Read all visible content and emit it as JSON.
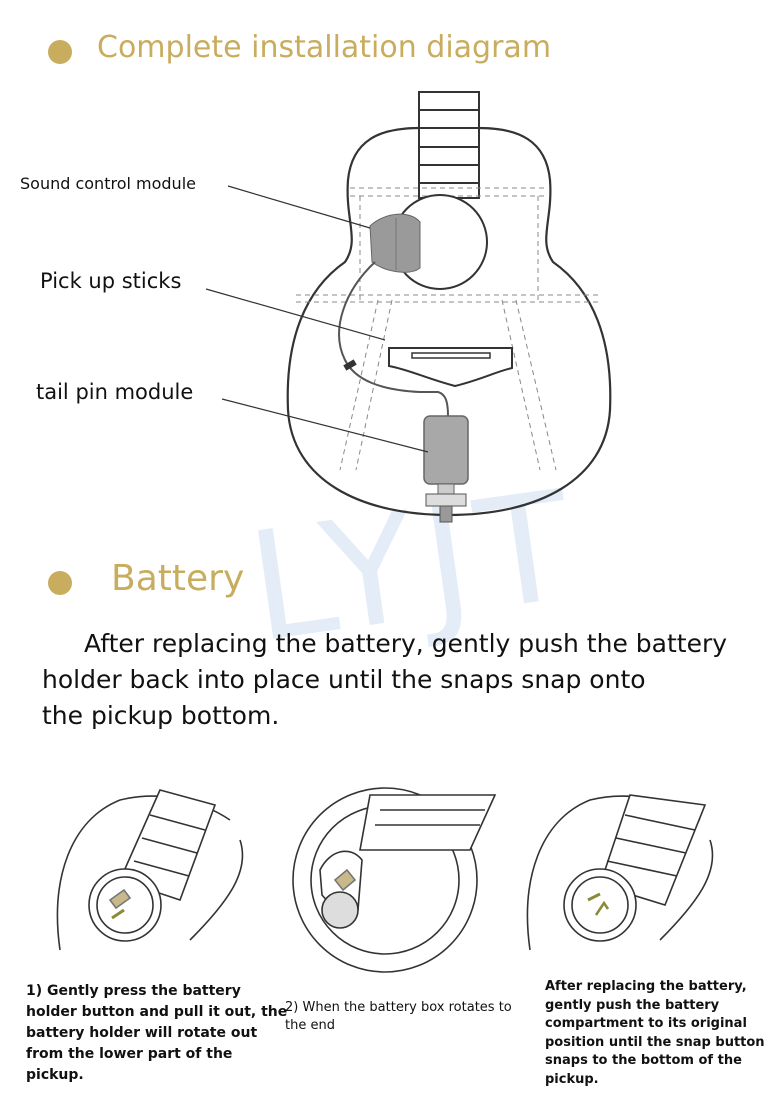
{
  "section1": {
    "title": "Complete installation diagram"
  },
  "diagram": {
    "labels": {
      "sound_control_module": "Sound control module",
      "pick_up_sticks": "Pick up sticks",
      "tail_pin_module": "tail pin module"
    }
  },
  "section2": {
    "title": "Battery",
    "paragraph_lines": [
      "After replacing the battery, gently push the battery",
      "holder back into place until the snaps snap onto",
      "the pickup bottom."
    ]
  },
  "steps": [
    {
      "caption": "1) Gently press the battery holder button and pull it out, the battery holder will rotate out from the lower part of the pickup."
    },
    {
      "caption": "2) When the battery box rotates to the end"
    },
    {
      "caption": "After replacing the battery, gently push the battery compartment to its original position until the snap button  snaps to the bottom of the pickup."
    }
  ],
  "watermark": "LYJT",
  "colors": {
    "heading": "#c9ad5e",
    "text": "#111111",
    "line": "#444444"
  }
}
